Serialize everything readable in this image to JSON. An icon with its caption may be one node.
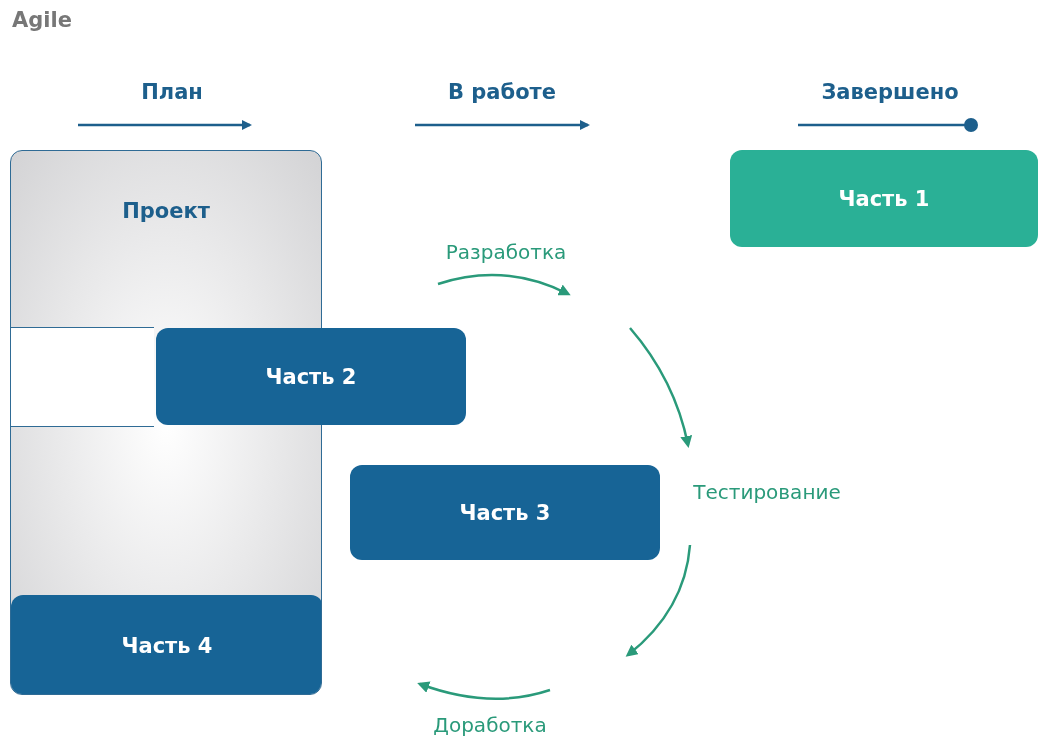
{
  "diagram": {
    "title": "Agile",
    "nodes": [
      {
        "text": [
          "Проект"
        ]
      },
      {
        "text": [
          "Часть 1"
        ]
      },
      {
        "text": [
          "Часть 2"
        ]
      },
      {
        "text": [
          "Часть 3"
        ]
      },
      {
        "text": [
          "Часть 4"
        ],
        "in": 0
      },
      {
        "text": [],
        "shape": "box",
        "in": 0
      }
    ],
    "edges": [],
    "labels": [
      "План",
      "В работе",
      "Завершено",
      "Разработка",
      "Тестирование",
      "Доработка"
    ]
  }
}
